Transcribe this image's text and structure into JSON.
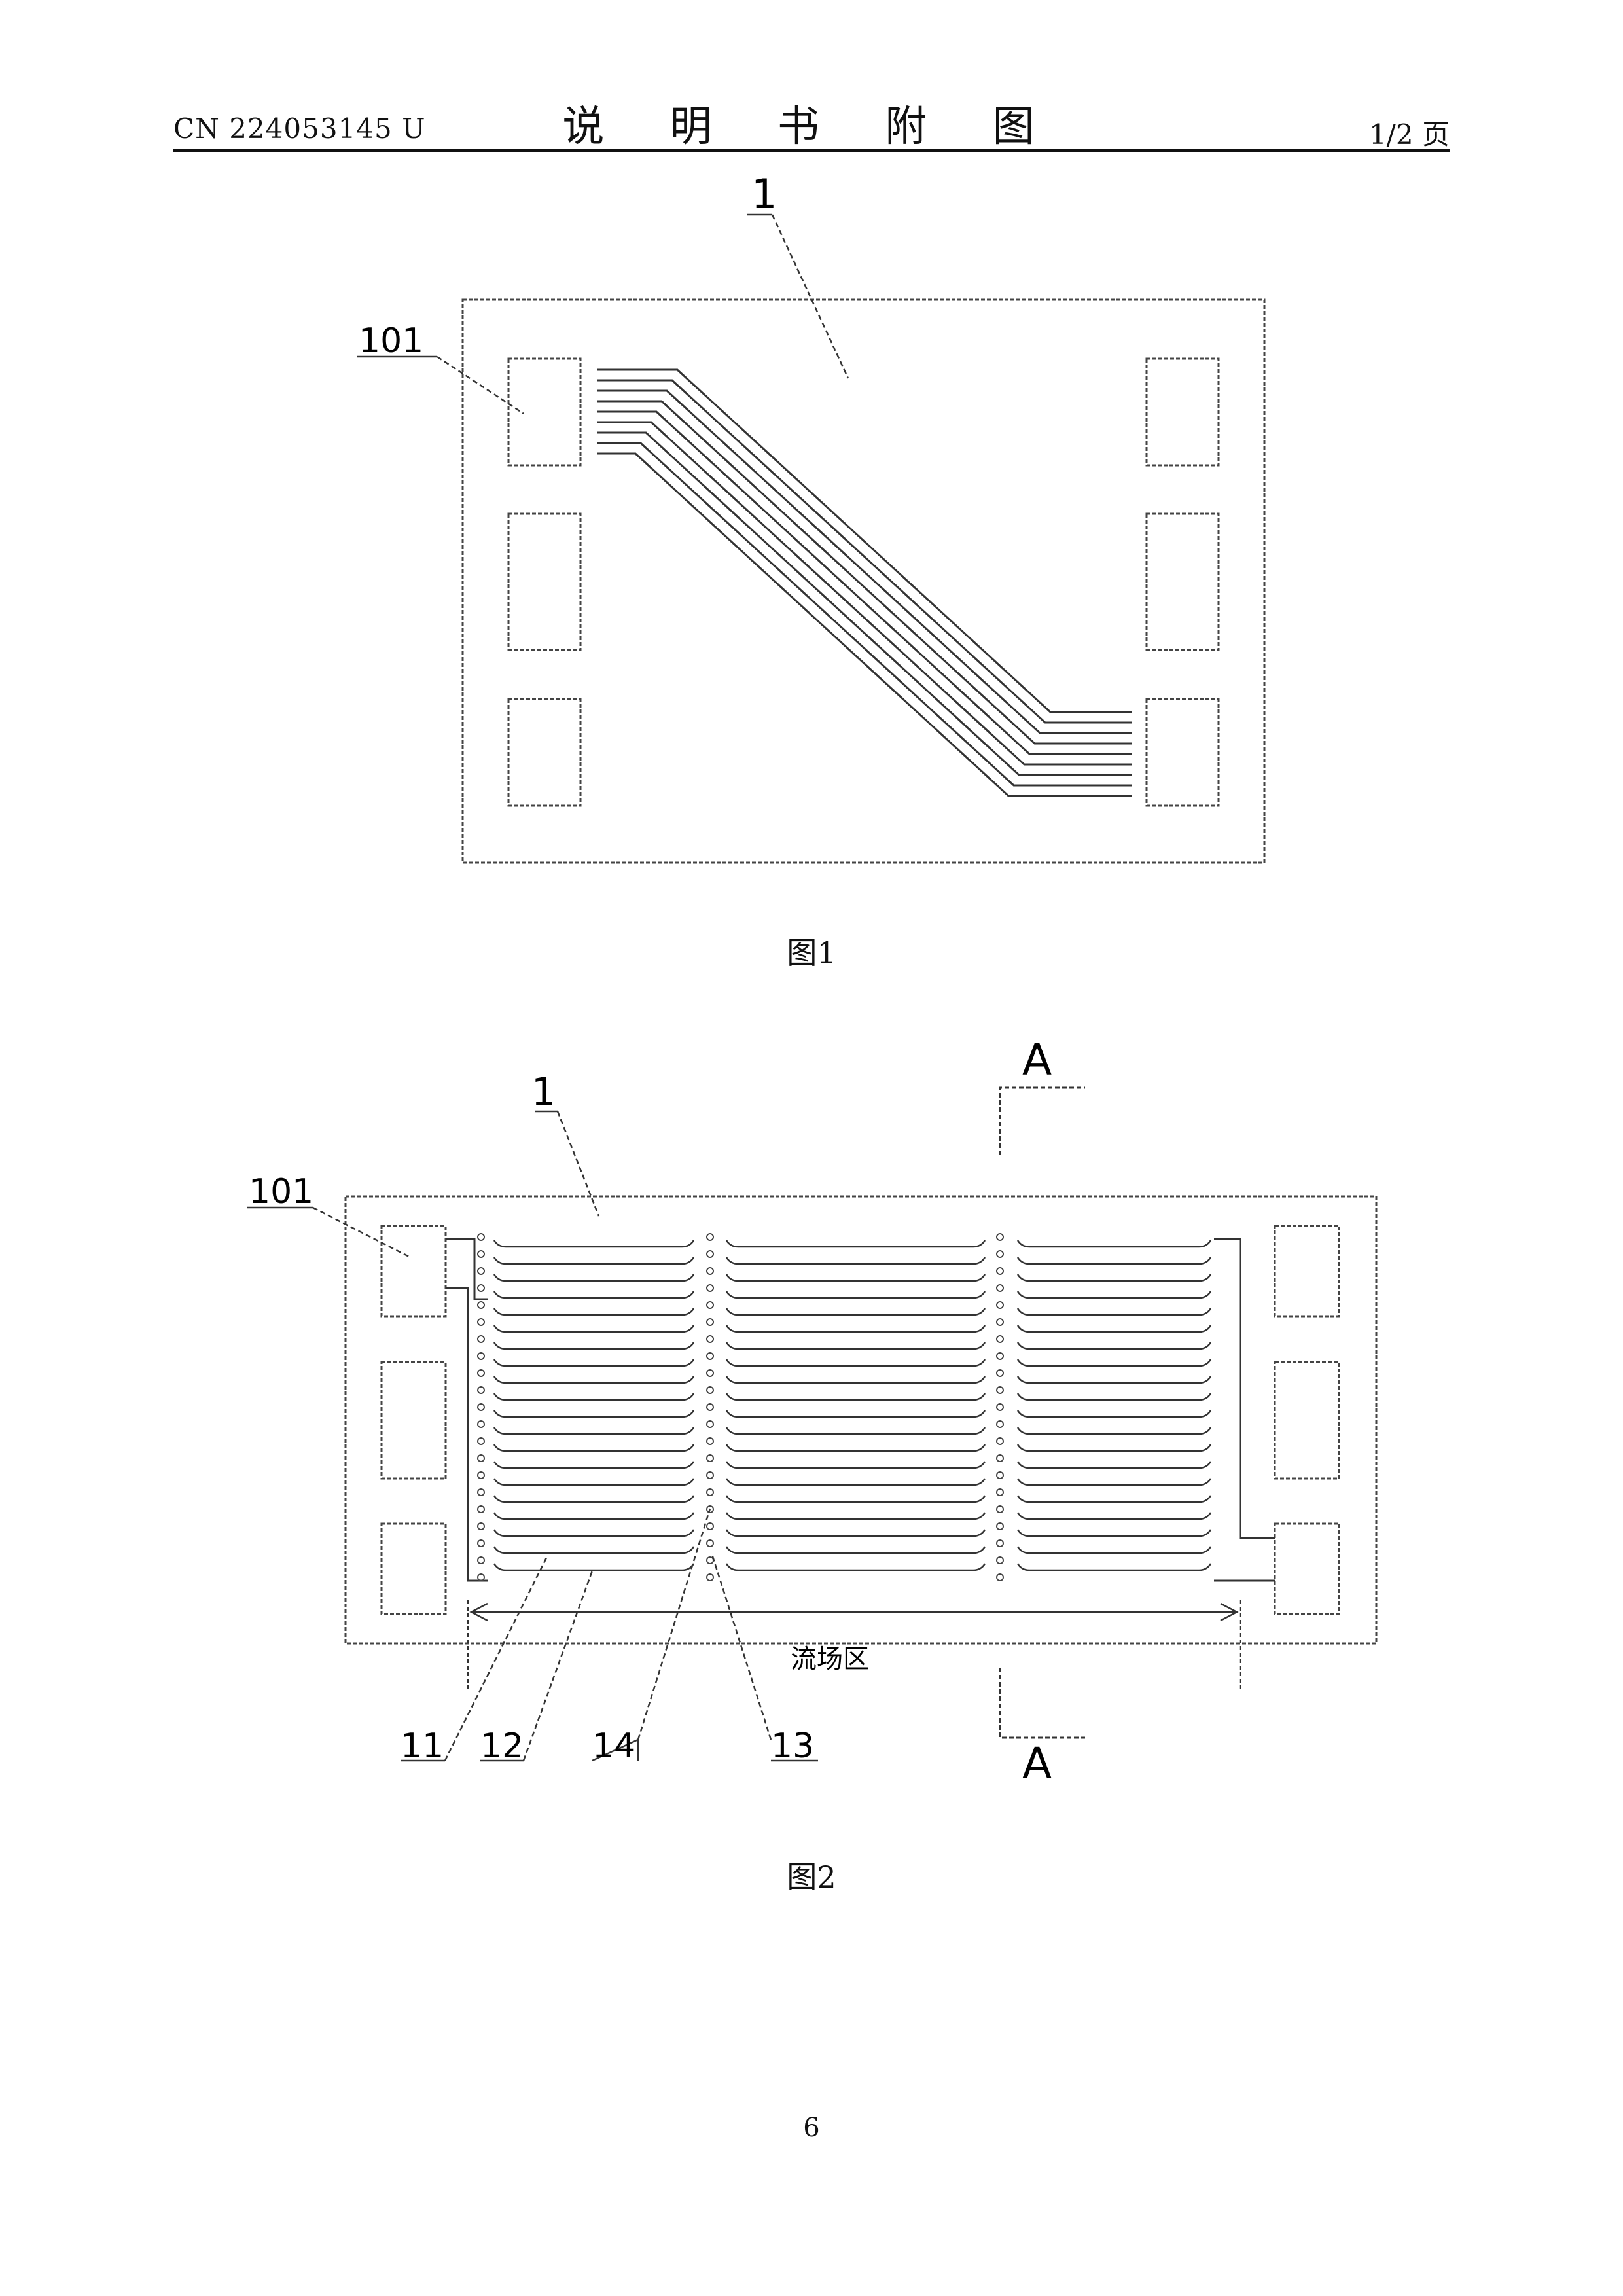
{
  "header": {
    "doc_number": "CN 224053145 U",
    "title": "说 明 书 附 图",
    "page_of": "1/2 页"
  },
  "figure1": {
    "caption": "图1",
    "labels": {
      "plate": "1",
      "port": "101"
    }
  },
  "figure2": {
    "caption": "图2",
    "labels": {
      "plate": "1",
      "port": "101",
      "section_top": "A",
      "section_bottom": "A",
      "flow_field": "流场区",
      "ridge": "11",
      "channel": "12",
      "connector": "14",
      "support": "13"
    }
  },
  "footer": {
    "page_number": "6"
  }
}
